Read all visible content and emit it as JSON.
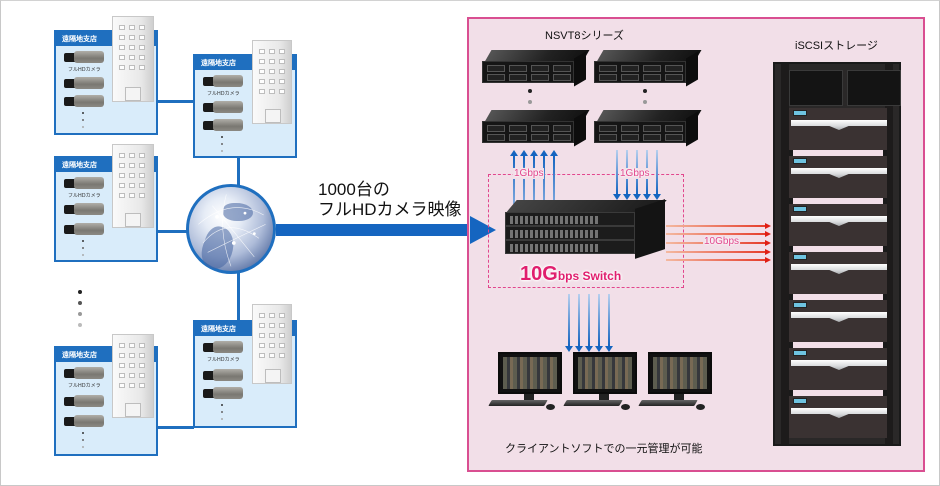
{
  "diagram": {
    "branches": [
      {
        "title": "遠隔地支店",
        "camera_label": "フルHDカメラ"
      },
      {
        "title": "遠隔地支店",
        "camera_label": "フルHDカメラ"
      },
      {
        "title": "遠隔地支店",
        "camera_label": "フルHDカメラ"
      },
      {
        "title": "遠隔地支店",
        "camera_label": "フルHDカメラ"
      },
      {
        "title": "遠隔地支店",
        "camera_label": "フルHDカメラ"
      }
    ],
    "feed_label": {
      "line1": "1000台の",
      "line2": "フルHDカメラ映像"
    },
    "nvr_title": "NSVT8シリーズ",
    "storage_title": "iSCSIストレージ",
    "uplink_speed": "1Gbps",
    "downlink_speed": "1Gbps",
    "storage_speed": "10Gbps",
    "switch_label": {
      "big": "10G",
      "small": "bps Switch"
    },
    "client_caption": "クライアントソフトでの一元管理が可能",
    "colors": {
      "network_blue": "#1f6fbf",
      "panel_pink": "#f2dfe8",
      "panel_border": "#d94f91",
      "accent_pink": "#e2468d",
      "storage_arrow_red": "#e01e14"
    }
  }
}
